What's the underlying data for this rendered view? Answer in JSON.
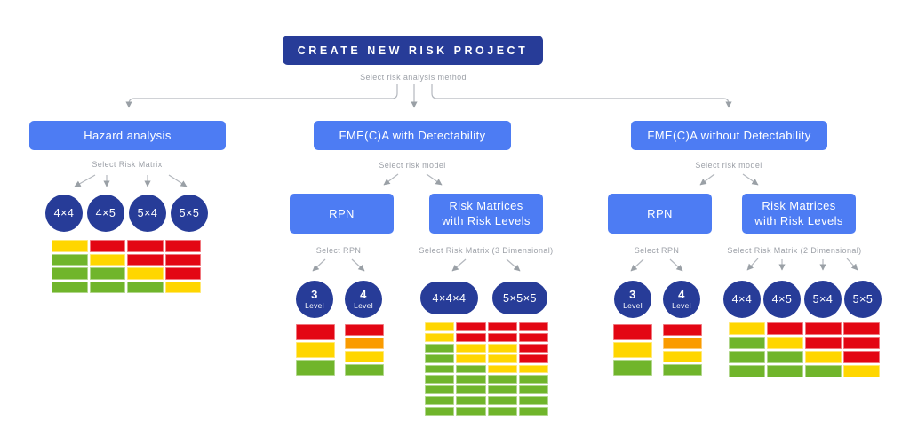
{
  "colors": {
    "navy": "#273c98",
    "blue": "#4d7cf3",
    "red": "#e30613",
    "orange": "#fa9b00",
    "yellow": "#ffd600",
    "green": "#70b52b",
    "label": "#9da1a8",
    "wire": "#b3b7bd"
  },
  "root": {
    "title": "CREATE NEW RISK PROJECT",
    "subtitle": "Select risk analysis method"
  },
  "branches": {
    "hazard": {
      "label": "Hazard analysis",
      "select_label": "Select Risk Matrix",
      "options": [
        "4×4",
        "4×5",
        "5×4",
        "5×5"
      ],
      "matrix": [
        [
          "Y",
          "R",
          "R",
          "R"
        ],
        [
          "G",
          "Y",
          "R",
          "R"
        ],
        [
          "G",
          "G",
          "Y",
          "R"
        ],
        [
          "G",
          "G",
          "G",
          "Y"
        ]
      ]
    },
    "fmeca_with": {
      "label": "FME(C)A with Detectability",
      "select_label": "Select risk model",
      "rpn": {
        "label": "RPN",
        "select_label": "Select RPN",
        "options": [
          {
            "value": "3",
            "unit": "Level",
            "scale": [
              "R",
              "Y",
              "G"
            ]
          },
          {
            "value": "4",
            "unit": "Level",
            "scale": [
              "R",
              "O",
              "Y",
              "G"
            ]
          }
        ]
      },
      "risk_matrices": {
        "line1": "Risk Matrices",
        "line2": "with Risk Levels",
        "select_label": "Select Risk Matrix (3 Dimensional)",
        "options": [
          "4×4×4",
          "5×5×5"
        ],
        "matrix": [
          [
            "Y",
            "R",
            "R",
            "R"
          ],
          [
            "Y",
            "R",
            "R",
            "R"
          ],
          [
            "G",
            "Y",
            "Y",
            "R"
          ],
          [
            "G",
            "Y",
            "Y",
            "R"
          ],
          [
            "G",
            "G",
            "Y",
            "Y"
          ],
          [
            "G",
            "G",
            "G",
            "G"
          ],
          [
            "G",
            "G",
            "G",
            "G"
          ],
          [
            "G",
            "G",
            "G",
            "G"
          ],
          [
            "G",
            "G",
            "G",
            "G"
          ]
        ]
      }
    },
    "fmeca_without": {
      "label": "FME(C)A without Detectability",
      "select_label": "Select risk model",
      "rpn": {
        "label": "RPN",
        "select_label": "Select RPN",
        "options": [
          {
            "value": "3",
            "unit": "Level",
            "scale": [
              "R",
              "Y",
              "G"
            ]
          },
          {
            "value": "4",
            "unit": "Level",
            "scale": [
              "R",
              "O",
              "Y",
              "G"
            ]
          }
        ]
      },
      "risk_matrices": {
        "line1": "Risk Matrices",
        "line2": "with Risk Levels",
        "select_label": "Select Risk Matrix (2 Dimensional)",
        "options": [
          "4×4",
          "4×5",
          "5×4",
          "5×5"
        ],
        "matrix": [
          [
            "Y",
            "R",
            "R",
            "R"
          ],
          [
            "G",
            "Y",
            "R",
            "R"
          ],
          [
            "G",
            "G",
            "Y",
            "R"
          ],
          [
            "G",
            "G",
            "G",
            "Y"
          ]
        ]
      }
    }
  }
}
